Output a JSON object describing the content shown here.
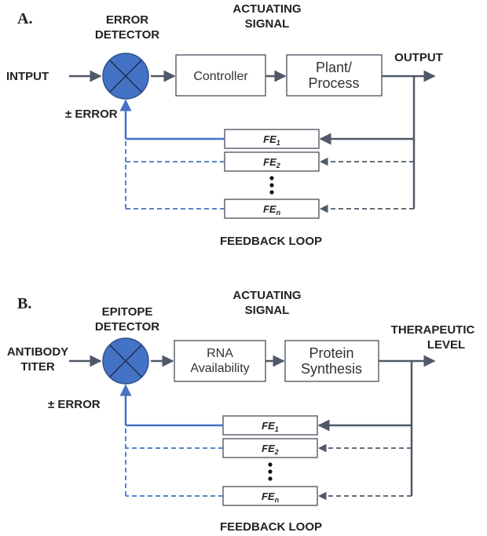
{
  "panels": [
    {
      "panel_label": "A.",
      "detector_line1": "ERROR",
      "detector_line2": "DETECTOR",
      "actuating_line1": "ACTUATING",
      "actuating_line2": "SIGNAL",
      "input_line1": "INTPUT",
      "input_line2": "",
      "output_line1": "OUTPUT",
      "output_line2": "",
      "error_label": "± ERROR",
      "block1_line1": "Controller",
      "block1_line2": "",
      "block2_line1": "Plant/",
      "block2_line2": "Process",
      "feedback_label": "FEEDBACK LOOP",
      "fe_base": "FE",
      "fe_subs": [
        "1",
        "2",
        "n"
      ]
    },
    {
      "panel_label": "B.",
      "detector_line1": "EPITOPE",
      "detector_line2": "DETECTOR",
      "actuating_line1": "ACTUATING",
      "actuating_line2": "SIGNAL",
      "input_line1": "ANTIBODY",
      "input_line2": "TITER",
      "output_line1": "THERAPEUTIC",
      "output_line2": "LEVEL",
      "error_label": "± ERROR",
      "block1_line1": "RNA",
      "block1_line2": "Availability",
      "block2_line1": "Protein",
      "block2_line2": "Synthesis",
      "feedback_label": "FEEDBACK LOOP",
      "fe_base": "FE",
      "fe_subs": [
        "1",
        "2",
        "n"
      ]
    }
  ],
  "colors": {
    "wire": "#4f5968",
    "feedback": "#4472c4",
    "detector_fill": "#4472c4"
  }
}
